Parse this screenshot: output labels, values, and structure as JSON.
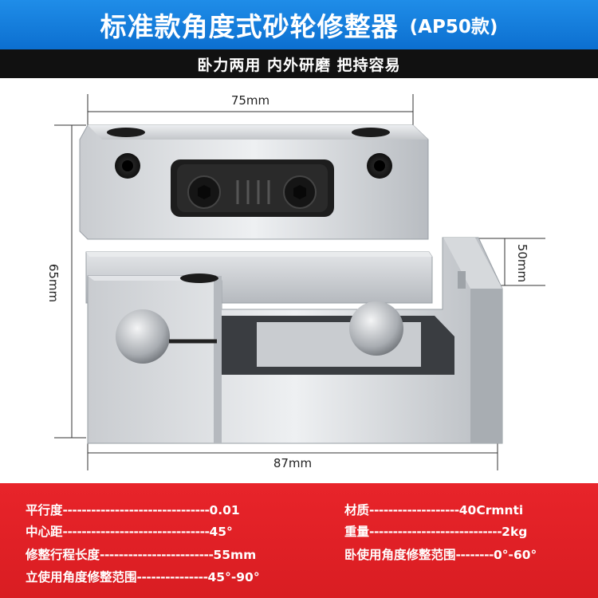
{
  "header": {
    "title": "标准款角度式砂轮修整器",
    "model": "(AP50款)",
    "subtitle": "卧力两用 内外研磨 把持容易"
  },
  "dimensions": {
    "top_width": "75mm",
    "height_left": "65mm",
    "height_right": "50mm",
    "bottom_width": "87mm"
  },
  "specs": {
    "left": [
      {
        "label": "平行度",
        "dashes": "-------------------------------",
        "value": "0.01"
      },
      {
        "label": "中心距",
        "dashes": "-------------------------------",
        "value": "45°"
      },
      {
        "label": "修整行程长度",
        "dashes": "------------------------",
        "value": "55mm"
      },
      {
        "label": "立使用角度修整范围",
        "dashes": "---------------",
        "value": "45°-90°"
      }
    ],
    "right": [
      {
        "label": "材质",
        "dashes": "-------------------",
        "value": "40Crmnti"
      },
      {
        "label": "重量",
        "dashes": "----------------------------",
        "value": "2kg"
      },
      {
        "label": "卧使用角度修整范围",
        "dashes": "--------",
        "value": "0°-60°"
      }
    ]
  },
  "colors": {
    "title_blue": "#1a86e0",
    "subtitle_black": "#111111",
    "spec_red": "#e0222a"
  }
}
